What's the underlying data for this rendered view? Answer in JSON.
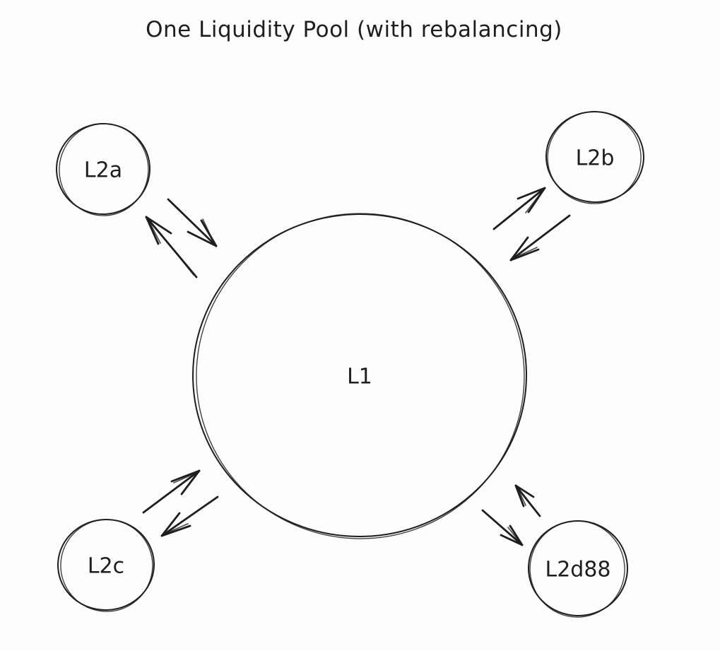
{
  "title": "One Liquidity Pool (with rebalancing)",
  "colors": {
    "background": "#fdfdfd",
    "stroke": "#1e1e1e"
  },
  "diagram": {
    "style": "hand-drawn-sketch",
    "center_node": {
      "id": "L1",
      "label": "L1"
    },
    "satellite_nodes": [
      {
        "id": "L2a",
        "label": "L2a",
        "position": "top-left"
      },
      {
        "id": "L2b",
        "label": "L2b",
        "position": "top-right"
      },
      {
        "id": "L2c",
        "label": "L2c",
        "position": "bottom-left"
      },
      {
        "id": "L2d88",
        "label": "L2d88",
        "position": "bottom-right"
      }
    ],
    "edges": [
      {
        "from": "L1",
        "to": "L2a",
        "direction": "bidirectional"
      },
      {
        "from": "L1",
        "to": "L2b",
        "direction": "bidirectional"
      },
      {
        "from": "L1",
        "to": "L2c",
        "direction": "bidirectional"
      },
      {
        "from": "L1",
        "to": "L2d88",
        "direction": "bidirectional"
      }
    ]
  }
}
